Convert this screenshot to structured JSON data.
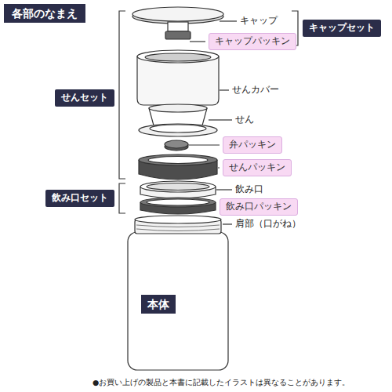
{
  "diagram": {
    "title": "各部のなまえ",
    "caption": "●お買い上げの製品と本書に記載したイラストは異なることがあります。",
    "nodes": [
      {
        "text": [
          "キャップセット"
        ]
      },
      {
        "text": [
          "キャップパッキン"
        ]
      },
      {
        "text": [
          "せんセット"
        ]
      },
      {
        "text": [
          "弁パッキン"
        ]
      },
      {
        "text": [
          "せんパッキン"
        ]
      },
      {
        "text": [
          "飲み口セット"
        ]
      },
      {
        "text": [
          "飲み口パッキン"
        ]
      },
      {
        "text": [
          "本体"
        ]
      }
    ],
    "labels": [
      "キャップ",
      "せんカバー",
      "せん",
      "飲み口",
      "肩部（口がね）"
    ]
  }
}
